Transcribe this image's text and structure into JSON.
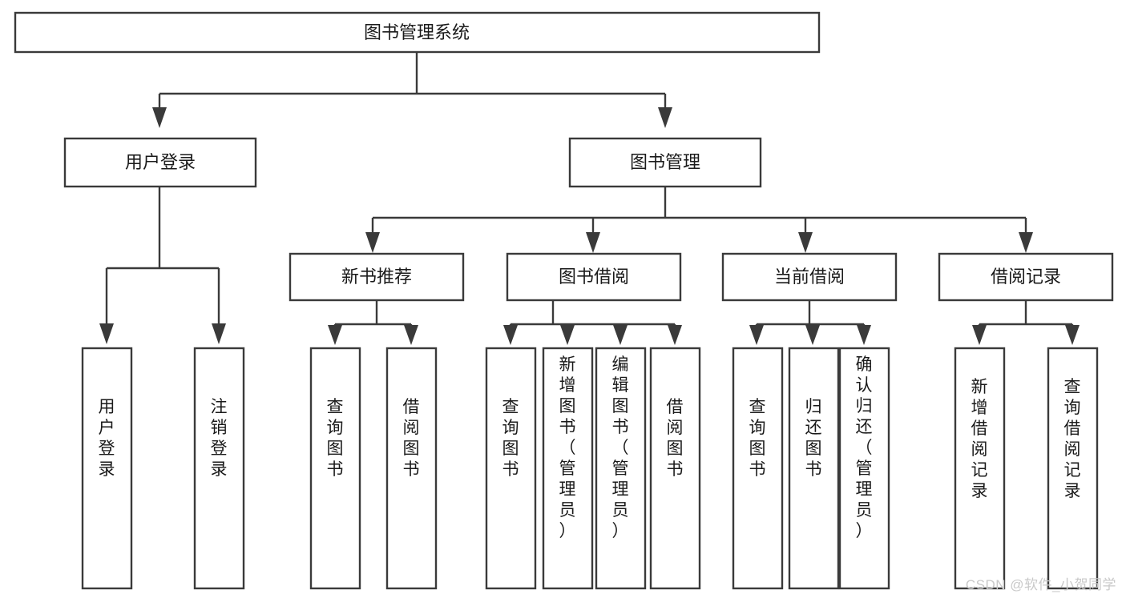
{
  "diagram": {
    "type": "tree-hierarchy-flowchart",
    "title": "图书管理系统",
    "watermark": "CSDN @软件_小贺同学",
    "colors": {
      "stroke": "#3a3a3a",
      "fill": "#ffffff",
      "text": "#1a1a1a",
      "watermark": "#c9c9c9"
    },
    "nodes": {
      "root": {
        "label": "图书管理系统",
        "level": 0
      },
      "level1": [
        {
          "id": "user-login",
          "label": "用户登录"
        },
        {
          "id": "book-manage",
          "label": "图书管理"
        }
      ],
      "level2": [
        {
          "id": "new-book-rec",
          "label": "新书推荐",
          "parent": "book-manage"
        },
        {
          "id": "book-borrow",
          "label": "图书借阅",
          "parent": "book-manage"
        },
        {
          "id": "current-borrow",
          "label": "当前借阅",
          "parent": "book-manage"
        },
        {
          "id": "borrow-record",
          "label": "借阅记录",
          "parent": "book-manage"
        }
      ],
      "leaves": [
        {
          "id": "leaf-user-login",
          "label": "用户登录",
          "parent": "user-login"
        },
        {
          "id": "leaf-logout",
          "label": "注销登录",
          "parent": "user-login"
        },
        {
          "id": "leaf-query-book-1",
          "label": "查询图书",
          "parent": "new-book-rec"
        },
        {
          "id": "leaf-borrow-book-1",
          "label": "借阅图书",
          "parent": "new-book-rec"
        },
        {
          "id": "leaf-query-book-2",
          "label": "查询图书",
          "parent": "book-borrow"
        },
        {
          "id": "leaf-add-book",
          "label": "新增图书（管理员）",
          "parent": "book-borrow"
        },
        {
          "id": "leaf-edit-book",
          "label": "编辑图书（管理员）",
          "parent": "book-borrow"
        },
        {
          "id": "leaf-borrow-book-2",
          "label": "借阅图书",
          "parent": "book-borrow"
        },
        {
          "id": "leaf-query-book-3",
          "label": "查询图书",
          "parent": "current-borrow"
        },
        {
          "id": "leaf-return-book",
          "label": "归还图书",
          "parent": "current-borrow"
        },
        {
          "id": "leaf-confirm-return",
          "label": "确认归还（管理员）",
          "parent": "current-borrow"
        },
        {
          "id": "leaf-add-record",
          "label": "新增借阅记录",
          "parent": "borrow-record"
        },
        {
          "id": "leaf-query-record",
          "label": "查询借阅记录",
          "parent": "borrow-record"
        }
      ]
    }
  }
}
